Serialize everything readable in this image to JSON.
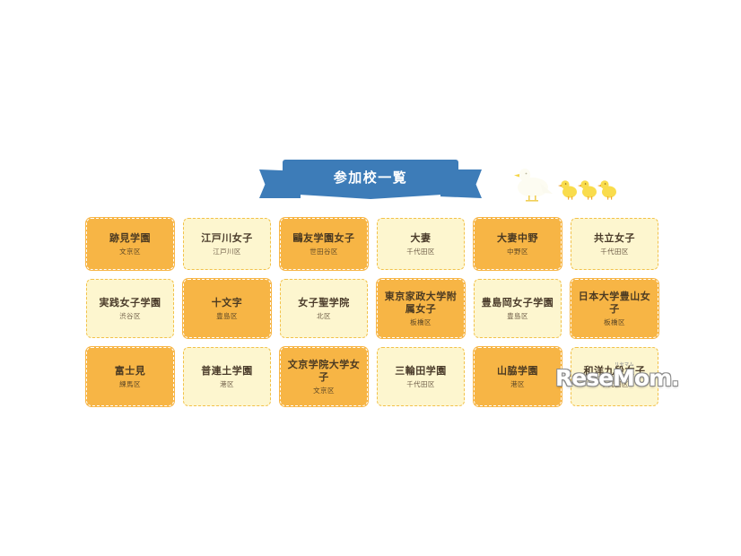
{
  "banner": {
    "title": "参加校一覧",
    "color": "#3d7cb8"
  },
  "decoration": {
    "duck_icon": "duck-icon",
    "duckling_icon": "duckling-icon",
    "duck_color": "#fdfcf2",
    "duckling_color": "#f9dc4c"
  },
  "watermark": {
    "brand": "ReseMom.",
    "sub": "リセマム"
  },
  "palette": {
    "orange_card": "#f7b545",
    "cream_card": "#fdf6cf",
    "cream_border": "#f2c14a",
    "text": "#4a3b2a"
  },
  "grid": {
    "rows": [
      [
        {
          "name": "跡見学園",
          "ward": "文京区",
          "style": "orange"
        },
        {
          "name": "江戸川女子",
          "ward": "江戸川区",
          "style": "cream"
        },
        {
          "name": "鷗友学園女子",
          "ward": "世田谷区",
          "style": "orange"
        },
        {
          "name": "大妻",
          "ward": "千代田区",
          "style": "cream"
        },
        {
          "name": "大妻中野",
          "ward": "中野区",
          "style": "orange"
        },
        {
          "name": "共立女子",
          "ward": "千代田区",
          "style": "cream"
        }
      ],
      [
        {
          "name": "実践女子学園",
          "ward": "渋谷区",
          "style": "cream"
        },
        {
          "name": "十文字",
          "ward": "豊島区",
          "style": "orange"
        },
        {
          "name": "女子聖学院",
          "ward": "北区",
          "style": "cream"
        },
        {
          "name": "東京家政大学附属女子",
          "ward": "板橋区",
          "style": "orange"
        },
        {
          "name": "豊島岡女子学園",
          "ward": "豊島区",
          "style": "cream"
        },
        {
          "name": "日本大学豊山女子",
          "ward": "板橋区",
          "style": "orange"
        }
      ],
      [
        {
          "name": "富士見",
          "ward": "練馬区",
          "style": "orange"
        },
        {
          "name": "普連土学園",
          "ward": "港区",
          "style": "cream"
        },
        {
          "name": "文京学院大学女子",
          "ward": "文京区",
          "style": "orange"
        },
        {
          "name": "三輪田学園",
          "ward": "千代田区",
          "style": "cream"
        },
        {
          "name": "山脇学園",
          "ward": "港区",
          "style": "orange"
        },
        {
          "name": "和洋九段女子",
          "ward": "千代田区",
          "style": "cream"
        }
      ]
    ]
  }
}
